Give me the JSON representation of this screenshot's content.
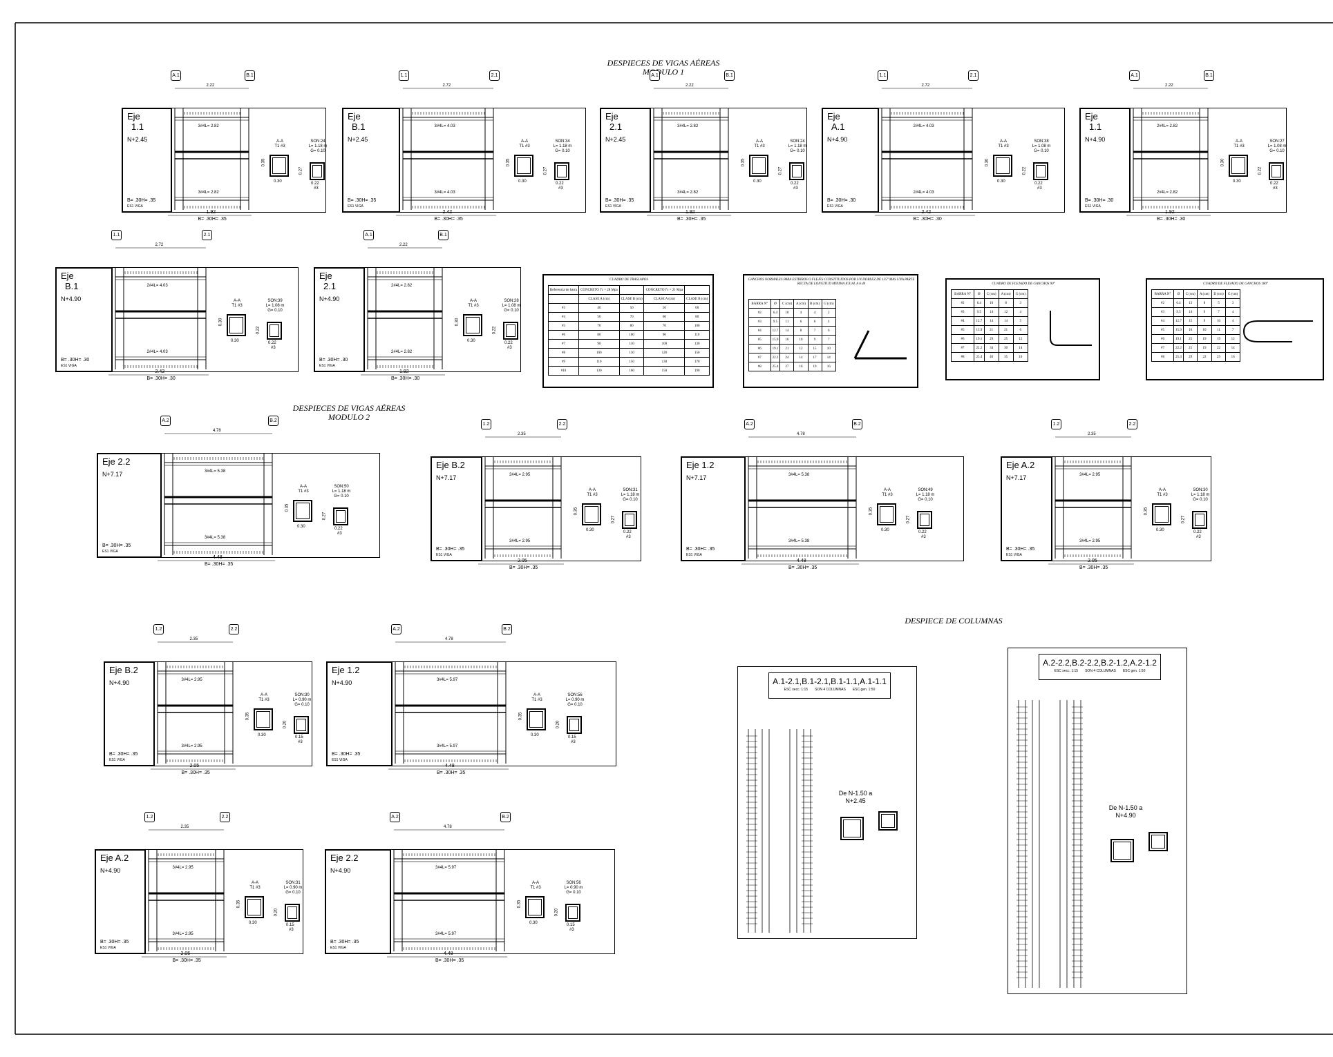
{
  "titles": {
    "mod1_l1": "DESPIECES DE VIGAS AÉREAS",
    "mod1_l2": "MODULO 1",
    "mod2_l1": "DESPIECES DE VIGAS AÉREAS",
    "mod2_l2": "MODULO 2",
    "columns": "DESPIECE DE COLUMNAS"
  },
  "beams": [
    {
      "eje": "Eje",
      "num": "1.1",
      "level": "N+2.45",
      "dims": "B= .30H= .35",
      "foot": "ES1 VIGA",
      "top": "3#4L= 2.82",
      "bot": "3#4L= 2.82",
      "son": "SON:24",
      "len": "L= 1.18 m",
      "hook": "G= 0.10",
      "bar": "#3",
      "a": "A-A",
      "t": "T1 #3",
      "h1": "0.35",
      "h2": "0.27",
      "w1": "0.30",
      "w2": "0.22",
      "span": "1.92",
      "axL": "A.1",
      "axR": "B.1",
      "span_top": "2.22",
      "tail": "B= .30H= .35"
    },
    {
      "eje": "Eje",
      "num": "B.1",
      "level": "N+2.45",
      "dims": "B= .30H= .35",
      "foot": "ES1 VIGA",
      "top": "3#4L= 4.03",
      "bot": "3#4L= 4.03",
      "son": "SON:34",
      "len": "L= 1.18 m",
      "hook": "G= 0.10",
      "bar": "#3",
      "a": "A-A",
      "t": "T1 #3",
      "h1": "0.35",
      "h2": "0.27",
      "w1": "0.30",
      "w2": "0.22",
      "span": "2.42",
      "axL": "1.1",
      "axR": "2.1",
      "span_top": "2.72",
      "tail": "B= .30H= .35"
    },
    {
      "eje": "Eje",
      "num": "2.1",
      "level": "N+2.45",
      "dims": "B= .30H= .35",
      "foot": "ES1 VIGA",
      "top": "3#4L= 2.82",
      "bot": "3#4L= 2.82",
      "son": "SON:24",
      "len": "L= 1.18 m",
      "hook": "G= 0.10",
      "bar": "#3",
      "a": "A-A",
      "t": "T1 #3",
      "h1": "0.35",
      "h2": "0.27",
      "w1": "0.30",
      "w2": "0.22",
      "span": "1.92",
      "axL": "A.1",
      "axR": "B.1",
      "span_top": "2.22",
      "tail": "B= .30H= .35"
    },
    {
      "eje": "Eje",
      "num": "A.1",
      "level": "N+4.90",
      "dims": "B= .30H= .30",
      "foot": "ES1 VIGA",
      "top": "2#4L= 4.03",
      "bot": "2#4L= 4.03",
      "son": "SON:38",
      "len": "L= 1.08 m",
      "hook": "G= 0.10",
      "bar": "#3",
      "a": "A-A",
      "t": "T1 #3",
      "h1": "0.30",
      "h2": "0.22",
      "w1": "0.30",
      "w2": "0.22",
      "span": "2.42",
      "axL": "1.1",
      "axR": "2.1",
      "span_top": "2.72",
      "tail": "B= .30H= .30"
    },
    {
      "eje": "Eje",
      "num": "1.1",
      "level": "N+4.90",
      "dims": "B= .30H= .30",
      "foot": "ES1 VIGA",
      "top": "2#4L= 2.82",
      "bot": "2#4L= 2.82",
      "son": "SON:27",
      "len": "L= 1.08 m",
      "hook": "G= 0.10",
      "bar": "#3",
      "a": "A-A",
      "t": "T1 #3",
      "h1": "0.30",
      "h2": "0.22",
      "w1": "0.30",
      "w2": "0.22",
      "span": "1.92",
      "axL": "A.1",
      "axR": "B.1",
      "span_top": "2.22",
      "tail": "B= .30H= .30"
    },
    {
      "eje": "Eje",
      "num": "B.1",
      "level": "N+4.90",
      "dims": "B= .30H= .30",
      "foot": "ES1 VIGA",
      "top": "2#4L= 4.03",
      "bot": "2#4L= 4.03",
      "son": "SON:39",
      "len": "L= 1.08 m",
      "hook": "G= 0.10",
      "bar": "#3",
      "a": "A-A",
      "t": "T1 #3",
      "h1": "0.30",
      "h2": "0.22",
      "w1": "0.30",
      "w2": "0.22",
      "span": "2.42",
      "axL": "1.1",
      "axR": "2.1",
      "span_top": "2.72",
      "tail": "B= .30H= .30"
    },
    {
      "eje": "Eje",
      "num": "2.1",
      "level": "N+4.90",
      "dims": "B= .30H= .30",
      "foot": "ES1 VIGA",
      "top": "2#4L= 2.82",
      "bot": "2#4L= 2.82",
      "son": "SON:28",
      "len": "L= 1.08 m",
      "hook": "G= 0.10",
      "bar": "#3",
      "a": "A-A",
      "t": "T1 #3",
      "h1": "0.30",
      "h2": "0.22",
      "w1": "0.30",
      "w2": "0.22",
      "span": "1.92",
      "axL": "A.1",
      "axR": "B.1",
      "span_top": "2.22",
      "tail": "B= .30H= .30"
    },
    {
      "eje": "Eje 2.2",
      "num": "",
      "level": "N+7.17",
      "dims": "B= .30H= .35",
      "foot": "ES1 VIGA",
      "top": "3#4L= 5.38",
      "bot": "3#4L= 5.38",
      "son": "SON:50",
      "len": "L= 1.18 m",
      "hook": "G= 0.10",
      "bar": "#3",
      "a": "A-A",
      "t": "T1 #3",
      "h1": "0.35",
      "h2": "0.27",
      "w1": "0.30",
      "w2": "0.22",
      "span": "4.48",
      "axL": "A.2",
      "axR": "B.2",
      "span_top": "4.78",
      "tail": "B= .30H= .35"
    },
    {
      "eje": "Eje B.2",
      "num": "",
      "level": "N+7.17",
      "dims": "B= .30H= .35",
      "foot": "ES1 VIGA",
      "top": "3#4L= 2.95",
      "bot": "3#4L= 2.95",
      "son": "SON:31",
      "len": "L= 1.18 m",
      "hook": "G= 0.10",
      "bar": "#3",
      "a": "A-A",
      "t": "T1 #3",
      "h1": "0.35",
      "h2": "0.27",
      "w1": "0.30",
      "w2": "0.22",
      "span": "2.05",
      "axL": "1.2",
      "axR": "2.2",
      "span_top": "2.35",
      "tail": "B= .30H= .35"
    },
    {
      "eje": "Eje 1.2",
      "num": "",
      "level": "N+7.17",
      "dims": "B= .30H= .35",
      "foot": "ES1 VIGA",
      "top": "3#4L= 5.38",
      "bot": "3#4L= 5.38",
      "son": "SON:49",
      "len": "L= 1.18 m",
      "hook": "G= 0.10",
      "bar": "#3",
      "a": "A-A",
      "t": "T1 #3",
      "h1": "0.35",
      "h2": "0.27",
      "w1": "0.30",
      "w2": "0.22",
      "span": "4.48",
      "axL": "A.2",
      "axR": "B.2",
      "span_top": "4.78",
      "tail": "B= .30H= .35"
    },
    {
      "eje": "Eje A.2",
      "num": "",
      "level": "N+7.17",
      "dims": "B= .30H= .35",
      "foot": "ES1 VIGA",
      "top": "3#4L= 2.95",
      "bot": "3#4L= 2.95",
      "son": "SON:30",
      "len": "L= 1.18 m",
      "hook": "G= 0.10",
      "bar": "#3",
      "a": "A-A",
      "t": "T1 #3",
      "h1": "0.35",
      "h2": "0.27",
      "w1": "0.30",
      "w2": "0.22",
      "span": "2.05",
      "axL": "1.2",
      "axR": "2.2",
      "span_top": "2.35",
      "tail": "B= .30H= .35"
    },
    {
      "eje": "Eje B.2",
      "num": "",
      "level": "N+4.90",
      "dims": "B= .30H= .35",
      "foot": "ES1 VIGA",
      "top": "3#4L= 2.95",
      "bot": "3#4L= 2.95",
      "son": "SON:30",
      "len": "L= 0.90 m",
      "hook": "G= 0.10",
      "bar": "#3",
      "a": "A-A",
      "t": "T1 #3",
      "h1": "0.35",
      "h2": "0.20",
      "w1": "0.30",
      "w2": "0.15",
      "span": "2.05",
      "axL": "1.2",
      "axR": "2.2",
      "span_top": "2.35",
      "tail": "B= .30H= .35"
    },
    {
      "eje": "Eje 1.2",
      "num": "",
      "level": "N+4.90",
      "dims": "B= .30H= .35",
      "foot": "ES1 VIGA",
      "top": "3#4L= 5.97",
      "bot": "3#4L= 5.97",
      "son": "SON:56",
      "len": "L= 0.90 m",
      "hook": "G= 0.10",
      "bar": "#3",
      "a": "A-A",
      "t": "T1 #3",
      "h1": "0.35",
      "h2": "0.20",
      "w1": "0.30",
      "w2": "0.15",
      "span": "4.48",
      "axL": "A.2",
      "axR": "B.2",
      "span_top": "4.78",
      "tail": "B= .30H= .35"
    },
    {
      "eje": "Eje A.2",
      "num": "",
      "level": "N+4.90",
      "dims": "B= .30H= .35",
      "foot": "ES1 VIGA",
      "top": "3#4L= 2.95",
      "bot": "3#4L= 2.95",
      "son": "SON:31",
      "len": "L= 0.90 m",
      "hook": "G= 0.10",
      "bar": "#3",
      "a": "A-A",
      "t": "T1 #3",
      "h1": "0.35",
      "h2": "0.20",
      "w1": "0.30",
      "w2": "0.15",
      "span": "2.05",
      "axL": "1.2",
      "axR": "2.2",
      "span_top": "2.35",
      "tail": "B= .30H= .35"
    },
    {
      "eje": "Eje 2.2",
      "num": "",
      "level": "N+4.90",
      "dims": "B= .30H= .35",
      "foot": "ES1 VIGA",
      "top": "3#4L= 5.97",
      "bot": "3#4L= 5.97",
      "son": "SON:56",
      "len": "L= 0.90 m",
      "hook": "G= 0.10",
      "bar": "#3",
      "a": "A-A",
      "t": "T1 #3",
      "h1": "0.35",
      "h2": "0.20",
      "w1": "0.30",
      "w2": "0.15",
      "span": "4.48",
      "axL": "A.2",
      "axR": "B.2",
      "span_top": "4.78",
      "tail": "B= .30H= .35"
    }
  ],
  "tables": {
    "traslapos": {
      "title": "CUADRO DE TRASLAPOS",
      "head": [
        "Referencia de barra",
        "CONCRETO f'c = 28 Mpa",
        "",
        "CONCRETO f'c = 21 Mpa",
        ""
      ],
      "sub": [
        "",
        "CLASE A (cm)",
        "CLASE B (cm)",
        "CLASE A (cm)",
        "CLASE B (cm)"
      ],
      "rows": [
        [
          "#3",
          "40",
          "50",
          "50",
          "60"
        ],
        [
          "#4",
          "50",
          "70",
          "60",
          "80"
        ],
        [
          "#5",
          "70",
          "80",
          "70",
          "100"
        ],
        [
          "#6",
          "80",
          "100",
          "90",
          "110"
        ],
        [
          "#7",
          "90",
          "110",
          "100",
          "130"
        ],
        [
          "#8",
          "100",
          "130",
          "120",
          "150"
        ],
        [
          "#9",
          "110",
          "150",
          "130",
          "170"
        ],
        [
          "#10",
          "130",
          "160",
          "150",
          "190"
        ]
      ]
    },
    "ganchos": {
      "title": "GANCHOS NORMALES PARA ESTRIBOS O FLEJES CONSTITUIDOS POR UN DOBLEZ DE 135° MAS UNA PARTE RECTA DE LONGITUD MINIMA IGUAL A 6 db",
      "head": [
        "BARRA N°",
        "Ø",
        "C (cm)",
        "A (cm)",
        "B (cm)",
        "G (cm)"
      ],
      "rows": [
        [
          "#2",
          "6.4",
          "10",
          "4",
          "4",
          "2"
        ],
        [
          "#3",
          "9.5",
          "11",
          "6",
          "6",
          "4"
        ],
        [
          "#4",
          "12.7",
          "14",
          "8",
          "7",
          "6"
        ],
        [
          "#5",
          "15.9",
          "16",
          "10",
          "9",
          "7"
        ],
        [
          "#6",
          "19.1",
          "21",
          "12",
          "15",
          "10"
        ],
        [
          "#7",
          "22.2",
          "24",
          "14",
          "17",
          "14"
        ],
        [
          "#8",
          "25.4",
          "27",
          "16",
          "19",
          "16"
        ]
      ]
    },
    "g90": {
      "title": "CUADRO DE FLEJADO DE GANCHOS 90°",
      "head": [
        "BARRA N°",
        "Ø",
        "C (cm)",
        "A (cm)",
        "G (cm)"
      ],
      "rows": [
        [
          "#2",
          "6.4",
          "10",
          "8",
          "3"
        ],
        [
          "#3",
          "9.5",
          "14",
          "12",
          "4"
        ],
        [
          "#4",
          "12.7",
          "14",
          "14",
          "5"
        ],
        [
          "#5",
          "15.9",
          "21",
          "21",
          "6"
        ],
        [
          "#6",
          "19.1",
          "29",
          "25",
          "12"
        ],
        [
          "#7",
          "22.2",
          "34",
          "30",
          "14"
        ],
        [
          "#8",
          "25.4",
          "40",
          "35",
          "16"
        ]
      ]
    },
    "g180": {
      "title": "CUADRO DE FLEJADO DE GANCHOS 180°",
      "head": [
        "BARRA N°",
        "Ø",
        "C (cm)",
        "A (cm)",
        "D (cm)",
        "G (cm)"
      ],
      "rows": [
        [
          "#2",
          "6.4",
          "13",
          "8",
          "5",
          "3"
        ],
        [
          "#3",
          "9.5",
          "14",
          "9",
          "7",
          "4"
        ],
        [
          "#4",
          "12.7",
          "15",
          "9",
          "10",
          "4"
        ],
        [
          "#5",
          "15.9",
          "16",
          "10",
          "11",
          "7"
        ],
        [
          "#6",
          "19.1",
          "25",
          "19",
          "19",
          "12"
        ],
        [
          "#7",
          "22.2",
          "25",
          "19",
          "22",
          "14"
        ],
        [
          "#8",
          "25.4",
          "29",
          "22",
          "25",
          "16"
        ]
      ]
    }
  },
  "columns": [
    {
      "name": "A.1-2.1,B.1-2.1,B.1-1.1,A.1-1.1",
      "esc1": "ESC secc. 1:15",
      "son": "SON 4 COLUMNAS",
      "esc2": "ESC gen. 1:50",
      "note1": "De N-1.50 a",
      "note2": "N+2.45"
    },
    {
      "name": "A.2-2.2,B.2-2.2,B.2-1.2,A.2-1.2",
      "esc1": "ESC secc. 1:15",
      "son": "SON 4 COLUMNAS",
      "esc2": "ESC gen. 1:50",
      "note1": "De N-1.50 a",
      "note2": "N+4.90"
    }
  ]
}
